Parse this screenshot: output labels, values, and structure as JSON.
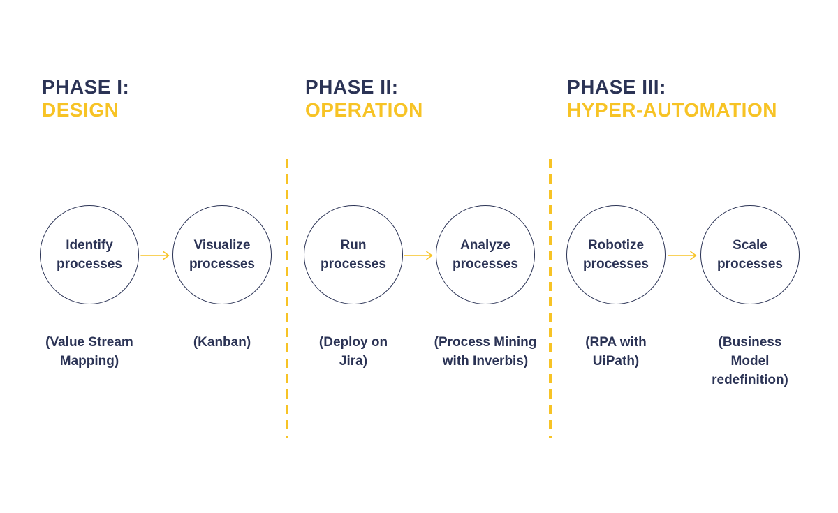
{
  "colors": {
    "navy": "#2b3355",
    "yellow": "#f7c325",
    "background": "#ffffff"
  },
  "icons": {
    "arrow": "arrow-right-icon",
    "divider": "dashed-divider"
  },
  "phases": [
    {
      "title": "PHASE I:",
      "subtitle": "DESIGN",
      "steps": [
        {
          "label": "Identify\nprocesses",
          "caption": "(Value Stream\nMapping)"
        },
        {
          "label": "Visualize\nprocesses",
          "caption": "(Kanban)"
        }
      ]
    },
    {
      "title": "PHASE II:",
      "subtitle": "OPERATION",
      "steps": [
        {
          "label": "Run\nprocesses",
          "caption": "(Deploy on\nJira)"
        },
        {
          "label": "Analyze\nprocesses",
          "caption": "(Process Mining\nwith Inverbis)"
        }
      ]
    },
    {
      "title": "PHASE III:",
      "subtitle": "HYPER-AUTOMATION",
      "steps": [
        {
          "label": "Robotize\nprocesses",
          "caption": "(RPA with\nUiPath)"
        },
        {
          "label": "Scale\nprocesses",
          "caption": "(Business\nModel\nredefinition)"
        }
      ]
    }
  ]
}
